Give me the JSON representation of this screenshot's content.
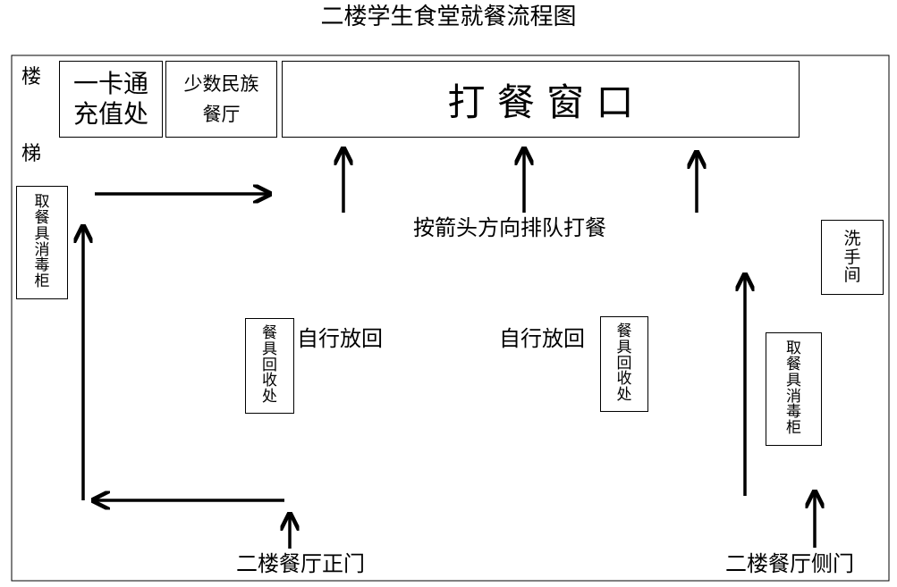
{
  "title": "二楼学生食堂就餐流程图",
  "stairs_label": "楼梯",
  "card_topup": {
    "line1": "一卡通",
    "line2": "充值处"
  },
  "minority": {
    "line1": "少数民族",
    "line2": "餐厅"
  },
  "serving_window": "打 餐 窗 口",
  "queue_instruction": "按箭头方向排队打餐",
  "cabinet_left": "取餐具消毒柜",
  "cabinet_right": "取餐具消毒柜",
  "handwash": "洗手间",
  "return_left": "餐具回收处",
  "return_right": "餐具回收处",
  "self_return_left": "自行放回",
  "self_return_right": "自行放回",
  "main_door": "二楼餐厅正门",
  "side_door": "二楼餐厅侧门"
}
